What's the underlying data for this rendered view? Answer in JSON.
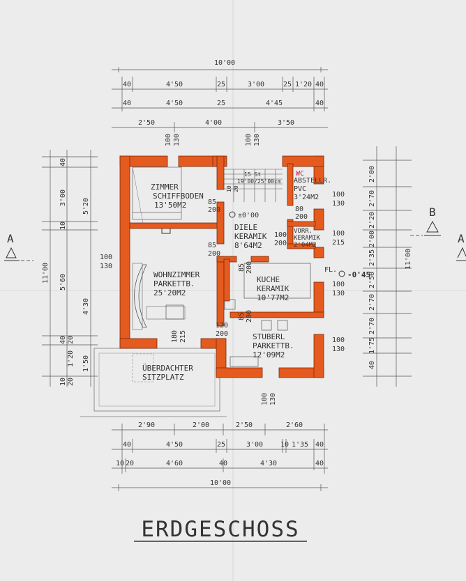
{
  "title": "ERDGESCHOSS",
  "section_markers": {
    "a_left": "A",
    "a_right": "A",
    "b": "B"
  },
  "top_dimensions": {
    "overall": "10'00",
    "row1": [
      "40",
      "4'50",
      "25",
      "3'00",
      "25",
      "1'20",
      "40"
    ],
    "row2": [
      "40",
      "4'50",
      "25",
      "4'45",
      "40"
    ],
    "row3": [
      "2'50",
      "4'00",
      "3'50"
    ],
    "opening1": [
      "100",
      "130"
    ],
    "opening2": [
      "100",
      "130"
    ]
  },
  "bottom_dimensions": {
    "row1": [
      "2'90",
      "2'00",
      "2'50",
      "2'60"
    ],
    "row2": [
      "40",
      "4'50",
      "25",
      "3'00",
      "10",
      "1'35",
      "40"
    ],
    "row3": [
      "10",
      "20",
      "4'60",
      "40",
      "4'30",
      "40"
    ],
    "overall": "10'00",
    "opening": [
      "100",
      "130"
    ]
  },
  "left_dimensions": {
    "overall": "11'00",
    "outer": [
      "40",
      "3'00",
      "10",
      "5'60",
      "40"
    ],
    "inner": [
      "5'20",
      "4'30",
      "20",
      "1'20",
      "1'50"
    ],
    "bottom": [
      "10",
      "20"
    ],
    "opening": [
      "100",
      "130"
    ]
  },
  "right_dimensions": {
    "overall": "11'00",
    "outer": [
      "2'00",
      "2'70",
      "2'20",
      "2'00",
      "2'35",
      "2'50",
      "2'70",
      "2'70",
      "1'75",
      "40"
    ],
    "openings": [
      [
        "100",
        "130"
      ],
      [
        "100",
        "215"
      ],
      [
        "100",
        "130"
      ],
      [
        "100",
        "130"
      ]
    ]
  },
  "rooms": [
    {
      "name": "ZIMMER",
      "finish": "SCHIFFBODEN",
      "area": "13'50M2"
    },
    {
      "name": "DIELE",
      "finish": "KERAMIK",
      "area": "8'64M2"
    },
    {
      "name": "WOHNZIMMER",
      "finish": "PARKETTB.",
      "area": "25'20M2"
    },
    {
      "name": "KUCHE",
      "finish": "KERAMIK",
      "area": "10'77M2"
    },
    {
      "name": "STUBERL",
      "finish": "PARKETTB.",
      "area": "12'09M2"
    },
    {
      "name": "ABSTELLR.",
      "finish": "PVC",
      "area": "3'24M2"
    },
    {
      "name": "VORR.",
      "finish": "KERAMIK",
      "area": "2'04M2"
    },
    {
      "name": "ÜBERDACHTER",
      "finish": "SITZPLATZ",
      "area": ""
    }
  ],
  "annotations": {
    "wc": "WC",
    "stairs": "15 St",
    "stairs_rise": "19'00/25'00cm",
    "level_ground": "±0'00",
    "level_low": "-0'45",
    "fl": "FL.",
    "door_labels": [
      [
        "85",
        "200"
      ],
      [
        "85",
        "200"
      ],
      [
        "85",
        "200"
      ],
      [
        "85",
        "200"
      ],
      [
        "100",
        "200"
      ],
      [
        "80",
        "200"
      ],
      [
        "120",
        "200"
      ],
      [
        "180",
        "215"
      ],
      [
        "10",
        "20"
      ]
    ]
  }
}
